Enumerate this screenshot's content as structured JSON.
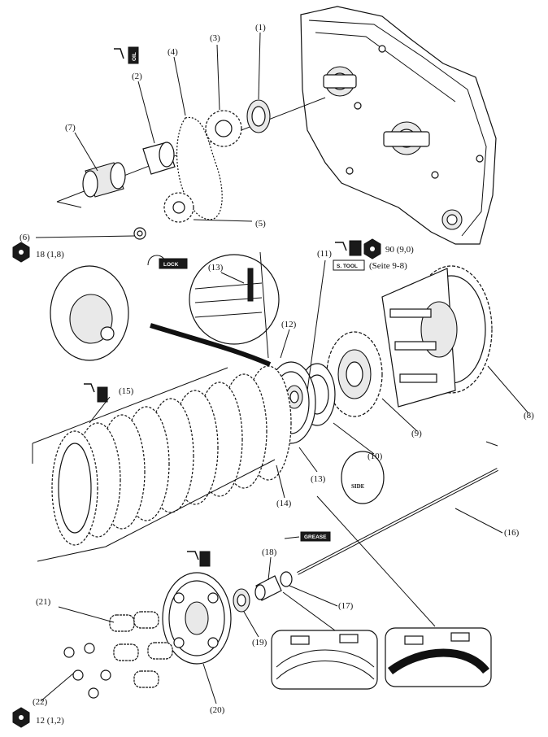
{
  "diagram": {
    "callouts": [
      {
        "id": "c1",
        "label": "(1)"
      },
      {
        "id": "c2",
        "label": "(2)"
      },
      {
        "id": "c3",
        "label": "(3)"
      },
      {
        "id": "c4",
        "label": "(4)"
      },
      {
        "id": "c5",
        "label": "(5)"
      },
      {
        "id": "c6",
        "label": "(6)"
      },
      {
        "id": "c7",
        "label": "(7)"
      },
      {
        "id": "c8",
        "label": "(8)"
      },
      {
        "id": "c9",
        "label": "(9)"
      },
      {
        "id": "c10",
        "label": "(10)"
      },
      {
        "id": "c11",
        "label": "(11)"
      },
      {
        "id": "c12",
        "label": "(12)"
      },
      {
        "id": "c13a",
        "label": "(13)"
      },
      {
        "id": "c13b",
        "label": "(13)"
      },
      {
        "id": "c14",
        "label": "(14)"
      },
      {
        "id": "c15",
        "label": "(15)"
      },
      {
        "id": "c16",
        "label": "(16)"
      },
      {
        "id": "c17",
        "label": "(17)"
      },
      {
        "id": "c18",
        "label": "(18)"
      },
      {
        "id": "c19",
        "label": "(19)"
      },
      {
        "id": "c20",
        "label": "(20)"
      },
      {
        "id": "c21",
        "label": "(21)"
      },
      {
        "id": "c22",
        "label": "(22)"
      }
    ],
    "torque": {
      "t6": "18 (1,8)",
      "t11": "90 (9,0)",
      "t22": "12 (1,2)"
    },
    "badges": {
      "lock": "LOCK",
      "stool": "S. TOOL",
      "grease": "GREASE",
      "oil": "OIL",
      "side": "SIDE"
    },
    "notes": {
      "seite": "(Seite 9-8)"
    },
    "icons": [
      "torque-wrench-icon",
      "oil-can-icon",
      "lock-icon",
      "special-tool-icon",
      "grease-icon"
    ]
  }
}
